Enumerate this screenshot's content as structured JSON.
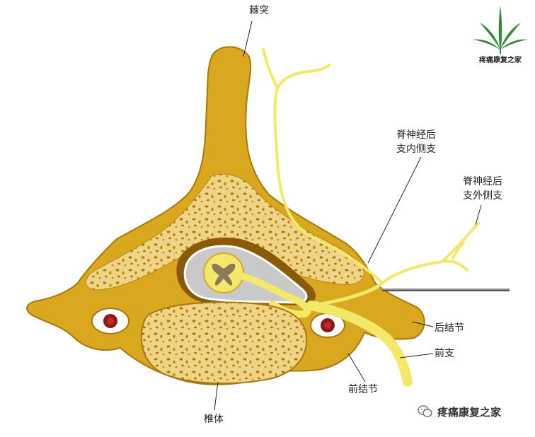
{
  "labels": {
    "spinous_process": "棘突",
    "medial_branch_line1": "脊神经后",
    "medial_branch_line2": "支内侧支",
    "lateral_branch_line1": "脊神经后",
    "lateral_branch_line2": "支外侧支",
    "posterior_tubercle": "后结节",
    "anterior_ramus": "前支",
    "anterior_tubercle": "前结节",
    "vertebral_body": "椎体"
  },
  "logo": {
    "text": "疼痛康复之家",
    "icon": "leaf-icon"
  },
  "watermark": {
    "text": "疼痛康复之家",
    "icon": "wechat-icon"
  },
  "colors": {
    "bone": "#d9a81e",
    "bone_dark": "#a8780c",
    "nerve": "#f3e86a",
    "cancellous": "#efd488"
  }
}
